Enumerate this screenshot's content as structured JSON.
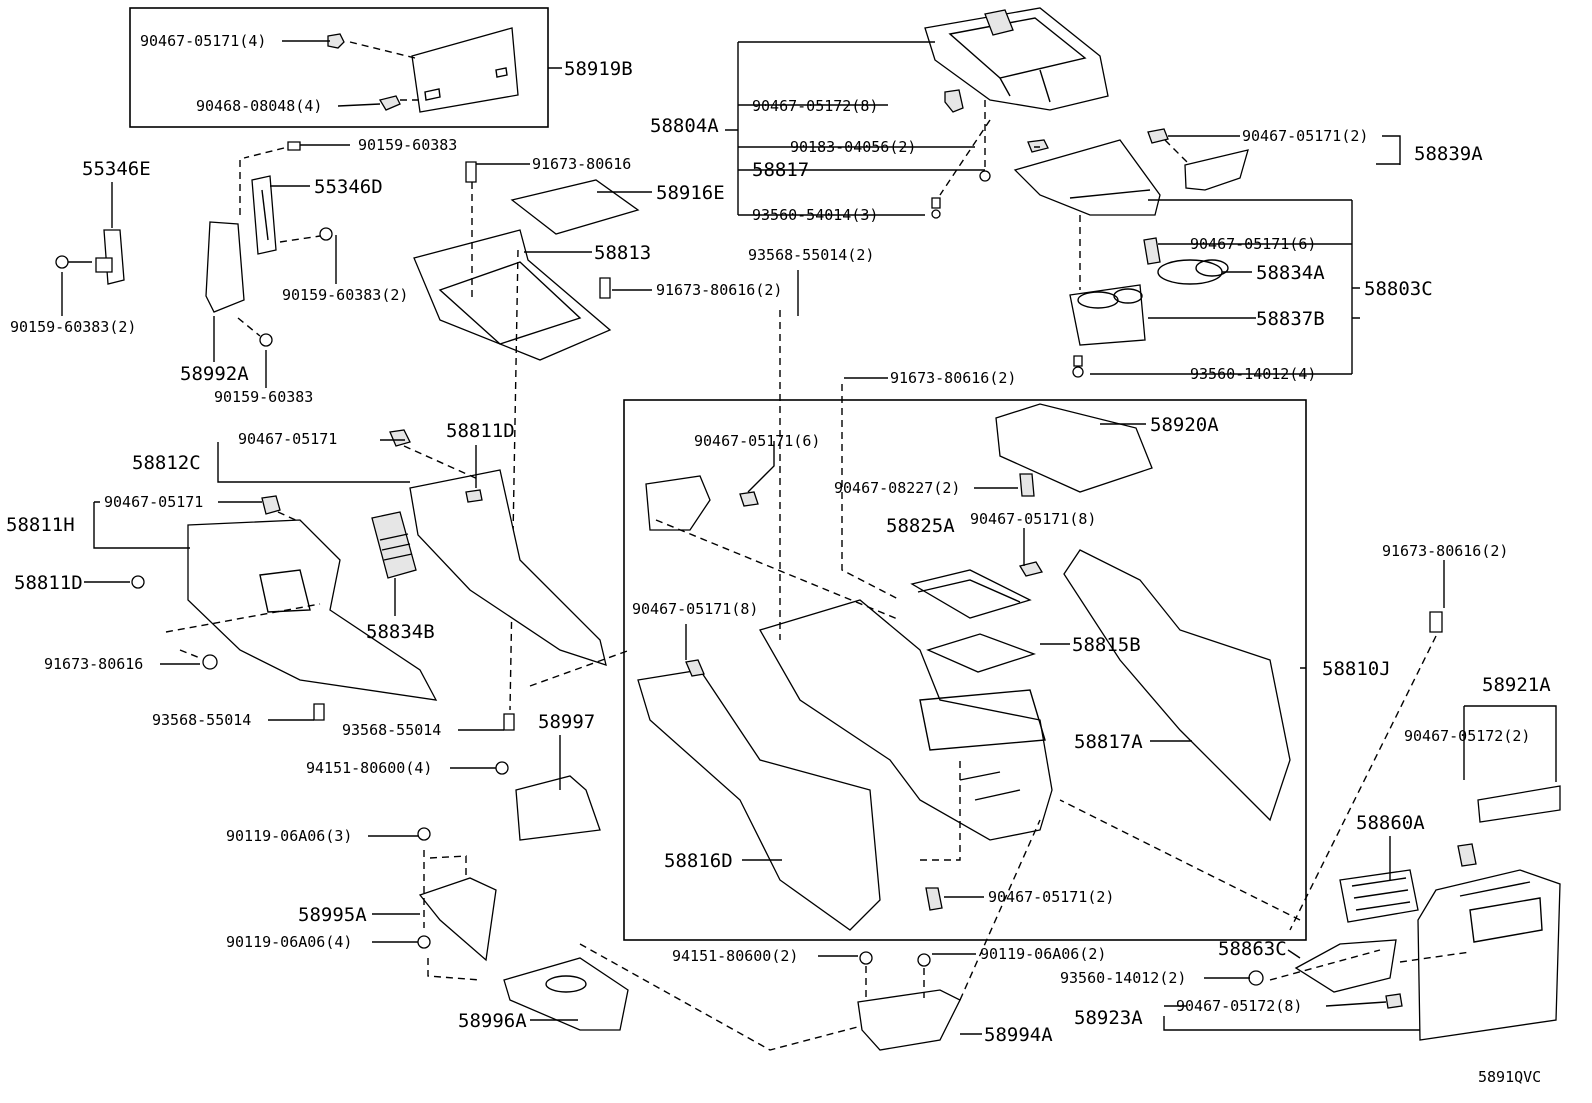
{
  "diagram_code": "5891QVC",
  "labels": {
    "p58919B": "58919B",
    "p90467_05171_4": "90467-05171(4)",
    "p90468_08048_4": "90468-08048(4)",
    "p58804A": "58804A",
    "p90467_05172_8_top": "90467-05172(8)",
    "p90183_04056_2": "90183-04056(2)",
    "p58817": "58817",
    "p93560_54014_3": "93560-54014(3)",
    "p90467_05171_2_top": "90467-05171(2)",
    "p58839A": "58839A",
    "p90467_05171_6_right": "90467-05171(6)",
    "p58834A": "58834A",
    "p58803C": "58803C",
    "p58837B": "58837B",
    "p93560_14012_4": "93560-14012(4)",
    "p55346E": "55346E",
    "p55346D": "55346D",
    "p90159_60383_a": "90159-60383",
    "p90159_60383_2_a": "90159-60383(2)",
    "p90159_60383_2_b": "90159-60383(2)",
    "p58992A": "58992A",
    "p90159_60383_b": "90159-60383",
    "p91673_80616_a": "91673-80616",
    "p58916E": "58916E",
    "p58813": "58813",
    "p91673_80616_2_a": "91673-80616(2)",
    "p93568_55014_2": "93568-55014(2)",
    "p91673_80616_2_b": "91673-80616(2)",
    "p58812C": "58812C",
    "p90467_05171_a": "90467-05171",
    "p58811D_top": "58811D",
    "p58811H": "58811H",
    "p90467_05171_b": "90467-05171",
    "p58811D_left": "58811D",
    "p58834B": "58834B",
    "p91673_80616_b": "91673-80616",
    "p93568_55014_a": "93568-55014",
    "p93568_55014_b": "93568-55014",
    "p58997": "58997",
    "p94151_80600_4": "94151-80600(4)",
    "p90119_06A06_3": "90119-06A06(3)",
    "p58995A": "58995A",
    "p90119_06A06_4": "90119-06A06(4)",
    "p58996A": "58996A",
    "p90467_05171_6_box": "90467-05171(6)",
    "p58920A": "58920A",
    "p90467_08227_2": "90467-08227(2)",
    "p90467_05171_8_right": "90467-05171(8)",
    "p58825A": "58825A",
    "p90467_05171_8_left": "90467-05171(8)",
    "p58815B": "58815B",
    "p58810J": "58810J",
    "p58817A": "58817A",
    "p58816D": "58816D",
    "p90467_05171_2_box": "90467-05171(2)",
    "p94151_80600_2": "94151-80600(2)",
    "p90119_06A06_2": "90119-06A06(2)",
    "p58994A": "58994A",
    "p91673_80616_2_c": "91673-80616(2)",
    "p58921A": "58921A",
    "p90467_05172_2": "90467-05172(2)",
    "p58860A": "58860A",
    "p58863C": "58863C",
    "p93560_14012_2": "93560-14012(2)",
    "p58923A": "58923A",
    "p90467_05172_8_bottom": "90467-05172(8)"
  }
}
